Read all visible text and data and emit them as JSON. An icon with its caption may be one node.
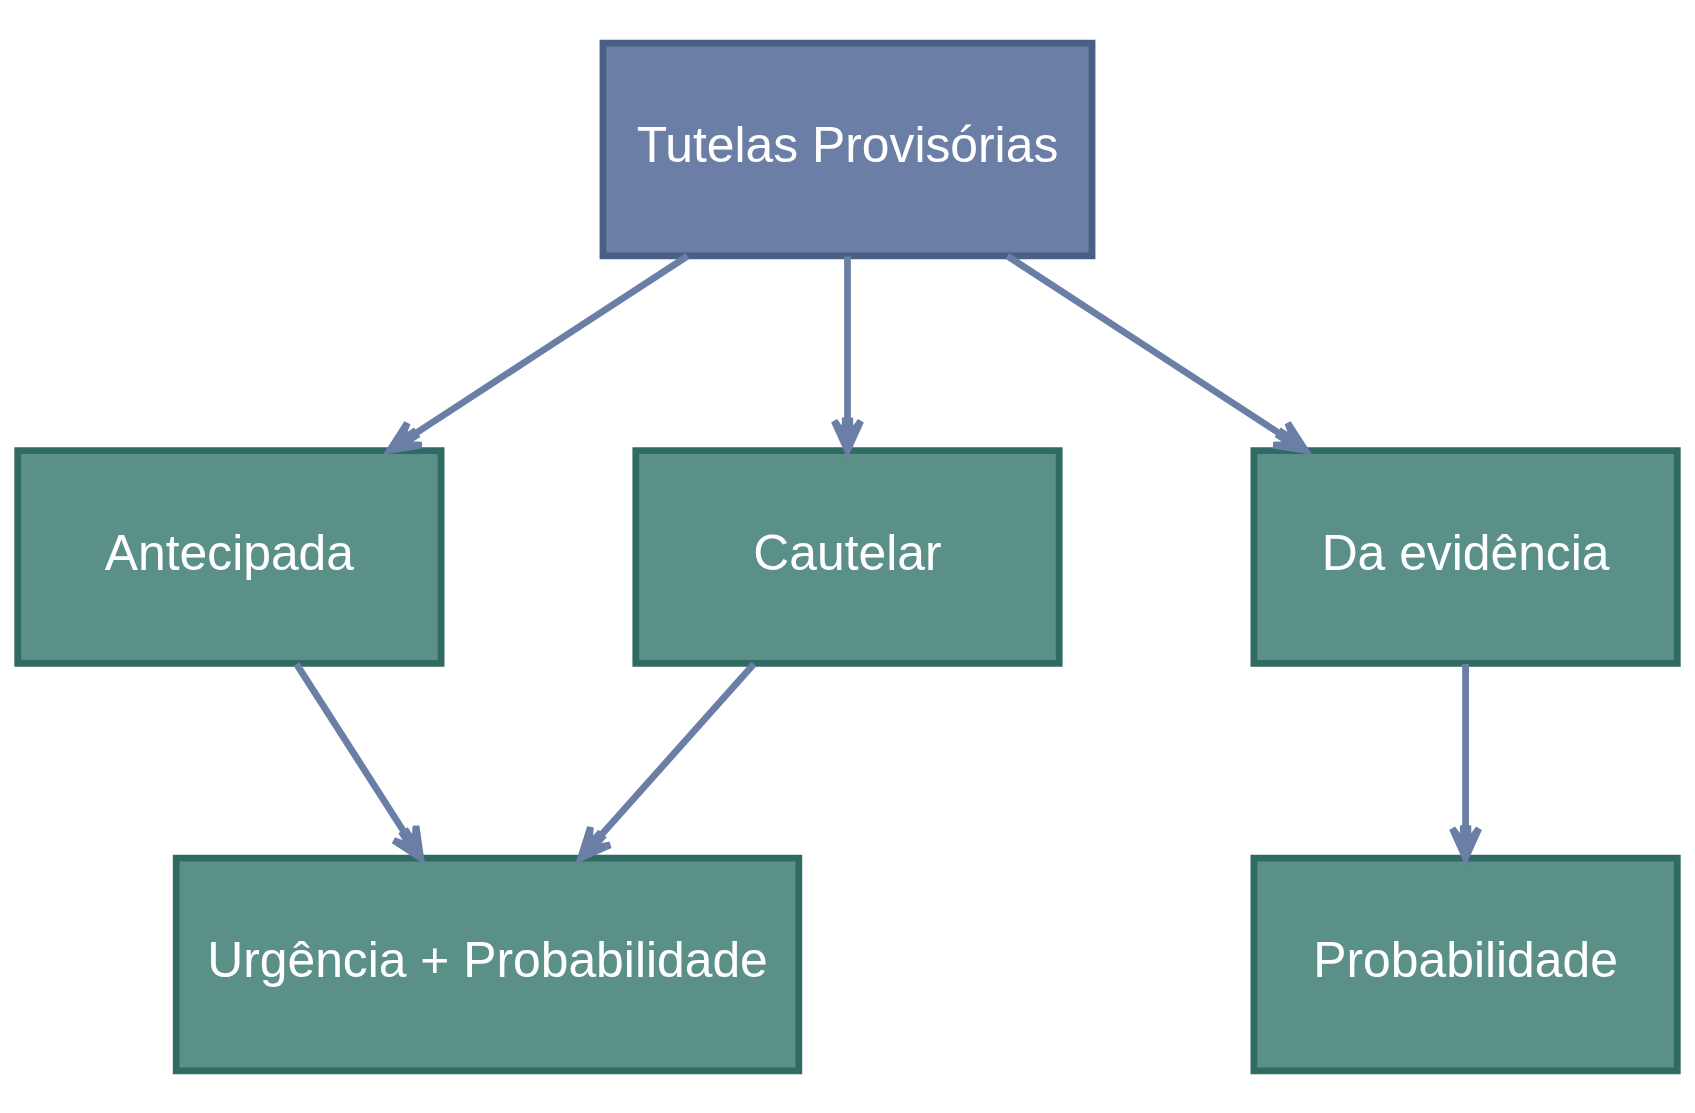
{
  "diagram": {
    "nodes": [
      {
        "text": [
          "Tutelas Provisórias"
        ]
      },
      {
        "text": [
          "Antecipada"
        ]
      },
      {
        "text": [
          "Cautelar"
        ]
      },
      {
        "text": [
          "Da evidência"
        ]
      },
      {
        "text": [
          "Urgência + Probabilidade"
        ]
      },
      {
        "text": [
          "Probabilidade"
        ]
      }
    ],
    "edges": [
      {
        "from": 0,
        "to": 1,
        "arrow": "to"
      },
      {
        "from": 0,
        "to": 2,
        "arrow": "to"
      },
      {
        "from": 0,
        "to": 3,
        "arrow": "to"
      },
      {
        "from": 1,
        "to": 4,
        "arrow": "to"
      },
      {
        "from": 2,
        "to": 4,
        "arrow": "to"
      },
      {
        "from": 3,
        "to": 5,
        "arrow": "to"
      }
    ]
  }
}
